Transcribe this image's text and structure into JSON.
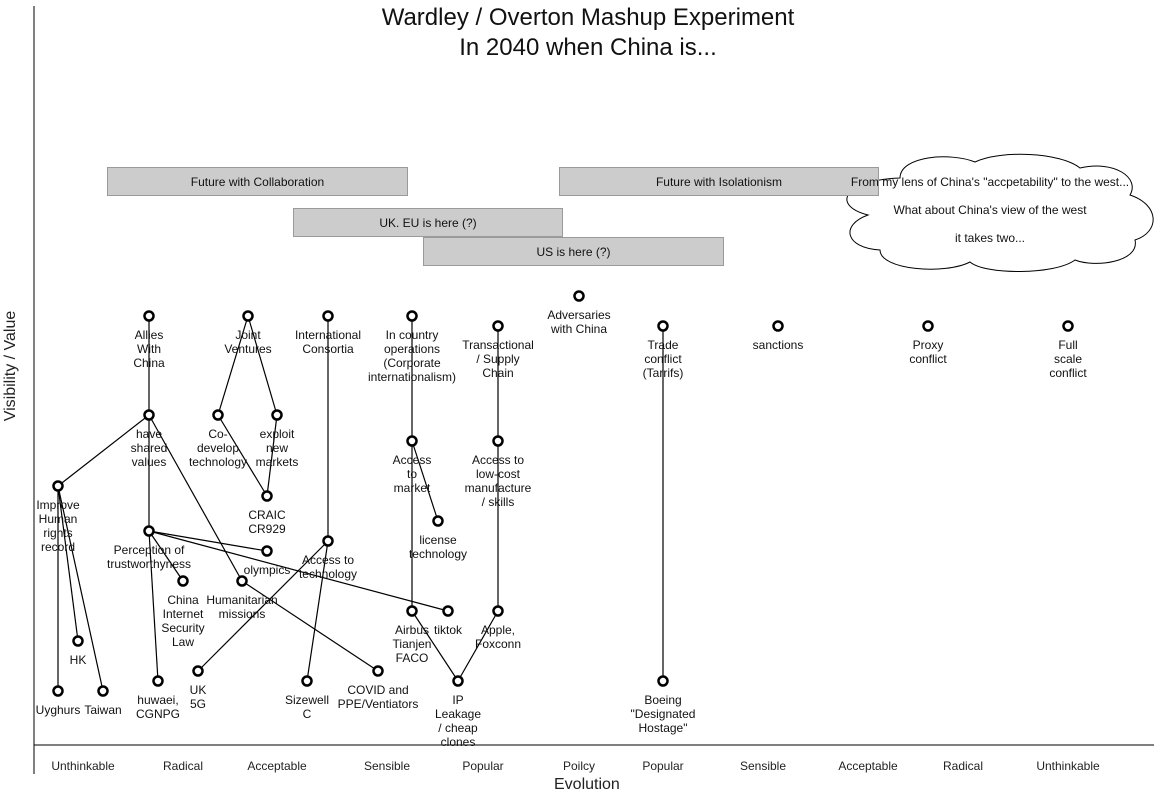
{
  "title": {
    "line1": "Wardley / Overton Mashup Experiment",
    "line2": "In 2040 when China is..."
  },
  "axes": {
    "x_label": "Evolution",
    "y_label": "Visibility / Value",
    "scale": [
      "Unthinkable",
      "Radical",
      "Acceptable",
      "Sensible",
      "Popular",
      "Poilcy",
      "Popular",
      "Sensible",
      "Acceptable",
      "Radical",
      "Unthinkable"
    ]
  },
  "bands": {
    "collaboration": "Future with Collaboration",
    "isolationism": "Future with Isolationism",
    "uk_eu": "UK. EU is here (?)",
    "us": "US is here (?)"
  },
  "cloud": {
    "line1": "From my lens of China's \"accpetability\" to the west...",
    "line2": "What about China's view of the west",
    "line3": "it takes two..."
  },
  "nodes": {
    "allies": "Allies\nWith\nChina",
    "joint_ventures": "Joint\nVentures",
    "intl_consortia": "International\nConsortia",
    "in_country_ops": "In country\noperations\n(Corporate\ninternationalism)",
    "transactional": "Transactional\n/ Supply\nChain",
    "adversaries": "Adversaries\nwith China",
    "trade_conflict": "Trade\nconflict\n(Tarrifs)",
    "sanctions": "sanctions",
    "proxy_conflict": "Proxy\nconflict",
    "full_conflict": "Full\nscale\nconflict",
    "shared_values": "have\nshared\nvalues",
    "co_develop": "Co-\ndevelop\ntechnology",
    "exploit_markets": "exploit\nnew\nmarkets",
    "access_market": "Access\nto\nmarket",
    "access_lowcost": "Access to\nlow-cost\nmanufacture\n/ skills",
    "human_rights": "Improve\nHuman\nrights\nrecord",
    "craic": "CRAIC\nCR929",
    "license_tech": "license\ntechnology",
    "trust": "Perception of\ntrustworthyness",
    "olympics": "olympics",
    "access_tech": "Access to\ntechnology",
    "security_law": "China\nInternet\nSecurity\nLaw",
    "humanitarian": "Humanitarian\nmissions",
    "airbus": "Airbus\nTianjen\nFACO",
    "tiktok": "tiktok",
    "apple": "Apple,\nFoxconn",
    "hk": "HK",
    "uyghurs": "Uyghurs",
    "taiwan": "Taiwan",
    "huawei": "huwaei,\nCGNPG",
    "uk5g": "UK\n5G",
    "sizewell": "Sizewell\nC",
    "covid": "COVID and\nPPE/Ventiators",
    "ip_leakage": "IP\nLeakage\n/ cheap\nclones",
    "boeing": "Boeing\n\"Designated\nHostage\""
  }
}
